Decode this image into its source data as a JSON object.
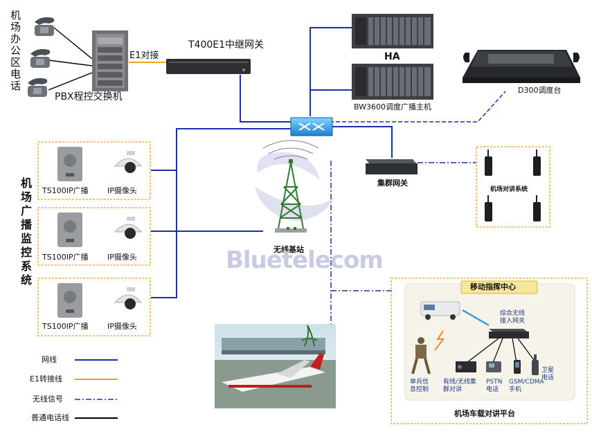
{
  "office_phones_label": "机场办公区电话",
  "pbx_label": "PBX程控交换机",
  "e1_label": "E1对接",
  "gateway_label": "T400E1中继网关",
  "ha_label": "HA",
  "bw3600_label": "BW3600调度广播主机",
  "d300_label": "D300调度台",
  "broadcast_system_label": "机场广播监控系统",
  "ts100_label": "TS100IP广播",
  "ip_camera_label": "IP摄像头",
  "cluster_gateway_label": "集群网关",
  "walkie_system_label": "机场对讲系统",
  "base_station_label": "无线基站",
  "watermark_text": "Bluetelecom",
  "vehicle": {
    "title": "移动指挥中心",
    "gateway_label": "综合无线接入网关",
    "devices": [
      "单兵信息控制",
      "有线/无线集群对讲",
      "PSTN电话",
      "GSM/CDMA手机",
      "卫星电话"
    ],
    "platform_label": "机场车载对讲平台"
  },
  "legend": [
    {
      "label": "网线",
      "color": "#1a2fb0",
      "style": "solid"
    },
    {
      "label": "E1转接线",
      "color": "#f0a020",
      "style": "solid"
    },
    {
      "label": "无线信号",
      "color": "#1a2fb0",
      "style": "dashdot"
    },
    {
      "label": "普通电话线",
      "color": "#000000",
      "style": "solid"
    }
  ],
  "colors": {
    "network": "#1a2fb0",
    "e1": "#f0a020",
    "phone": "#000000",
    "frame": "#f0a020"
  }
}
